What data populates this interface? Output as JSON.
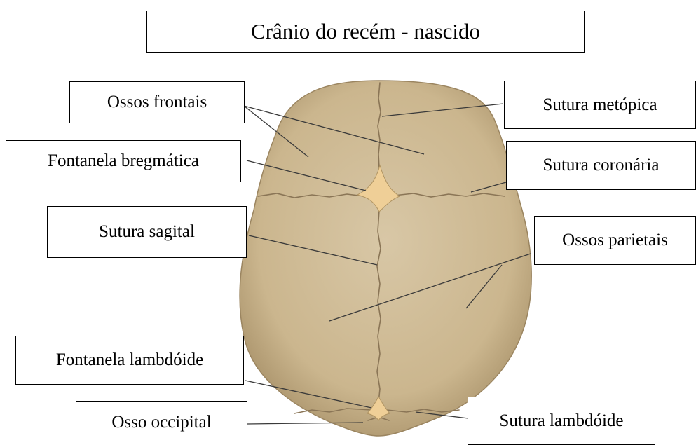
{
  "title": "Crânio do recém - nascido",
  "labels": {
    "ossos_frontais": "Ossos frontais",
    "fontanela_bregmatica": "Fontanela bregmática",
    "sutura_sagital": "Sutura sagital",
    "fontanela_lambdoide": "Fontanela lambdóide",
    "osso_occipital": "Osso occipital",
    "sutura_metopica": "Sutura metópica",
    "sutura_coronaria": "Sutura coronária",
    "ossos_parietais": "Ossos parietais",
    "sutura_lambdoide": "Sutura lambdóide"
  },
  "colors": {
    "bone": "#d3c09c",
    "bone_edge": "#a08a63",
    "fontanelle": "#efcf97",
    "suture": "#8a7556",
    "leader": "#3a3a3a"
  }
}
